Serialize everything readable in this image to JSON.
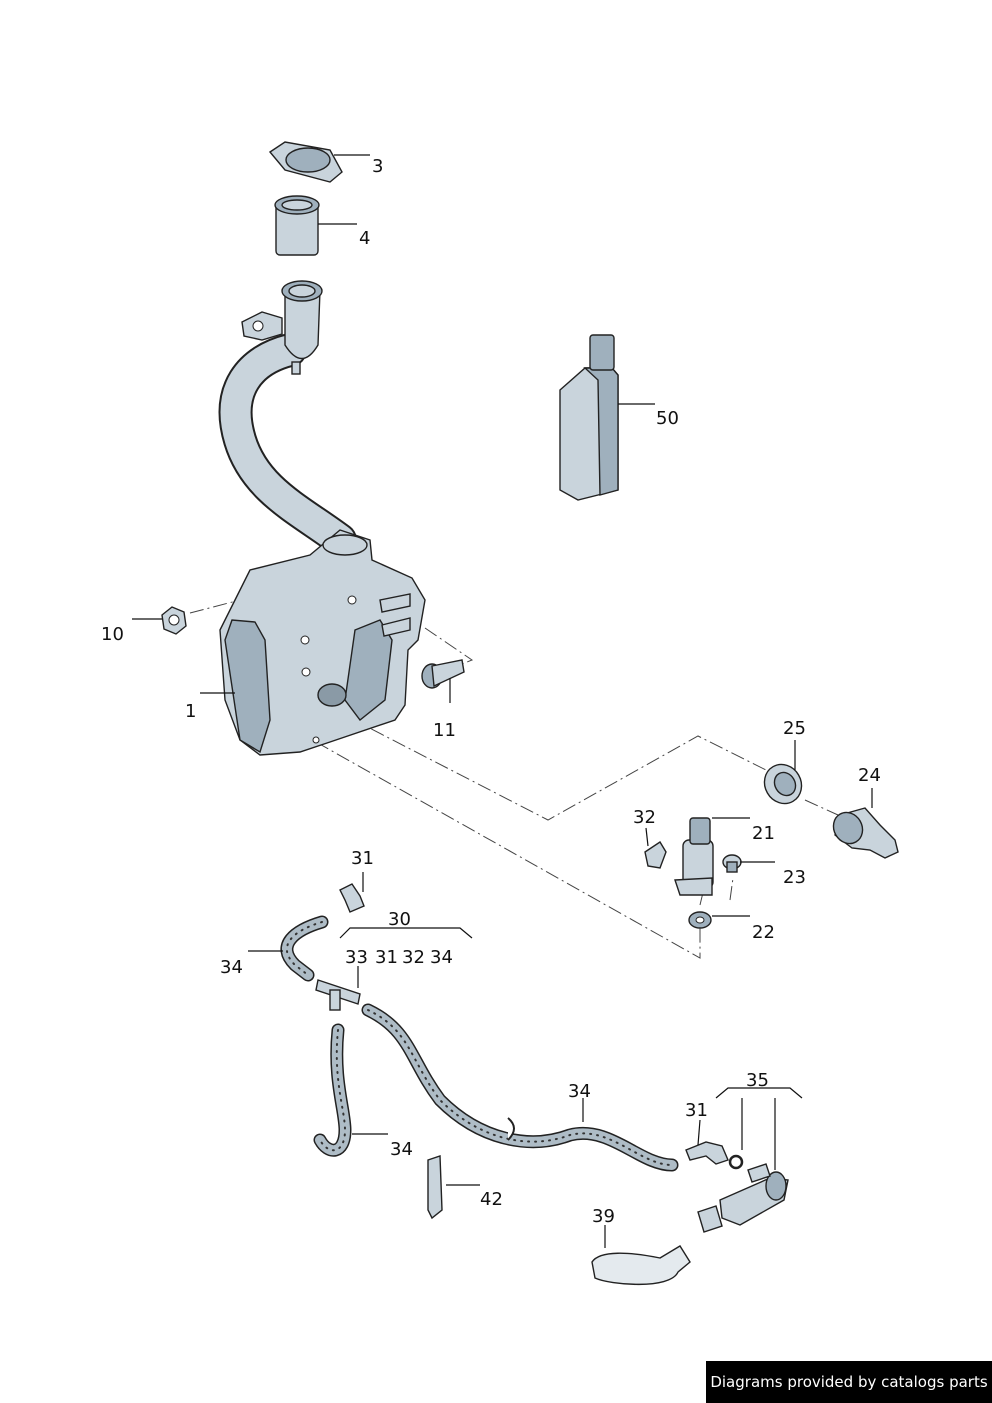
{
  "callouts": [
    {
      "id": "c3",
      "label": "3"
    },
    {
      "id": "c4",
      "label": "4"
    },
    {
      "id": "c50",
      "label": "50"
    },
    {
      "id": "c10",
      "label": "10"
    },
    {
      "id": "c1",
      "label": "1"
    },
    {
      "id": "c11",
      "label": "11"
    },
    {
      "id": "c25",
      "label": "25"
    },
    {
      "id": "c24",
      "label": "24"
    },
    {
      "id": "c32a",
      "label": "32"
    },
    {
      "id": "c21",
      "label": "21"
    },
    {
      "id": "c23",
      "label": "23"
    },
    {
      "id": "c22",
      "label": "22"
    },
    {
      "id": "c31a",
      "label": "31"
    },
    {
      "id": "c30",
      "label": "30"
    },
    {
      "id": "c34a",
      "label": "34"
    },
    {
      "id": "c33",
      "label": "33"
    },
    {
      "id": "c31b",
      "label": "31"
    },
    {
      "id": "c32b",
      "label": "32"
    },
    {
      "id": "c34b",
      "label": "34"
    },
    {
      "id": "c34c",
      "label": "34"
    },
    {
      "id": "c35",
      "label": "35"
    },
    {
      "id": "c31c",
      "label": "31"
    },
    {
      "id": "c34d",
      "label": "34"
    },
    {
      "id": "c42",
      "label": "42"
    },
    {
      "id": "c39",
      "label": "39"
    }
  ],
  "footer": {
    "text": "Diagrams provided by catalogs parts"
  },
  "colors": {
    "part_fill": "#c9d4dc",
    "part_shade": "#9fb0bd",
    "outline": "#222222",
    "footer_bg": "#000000"
  }
}
